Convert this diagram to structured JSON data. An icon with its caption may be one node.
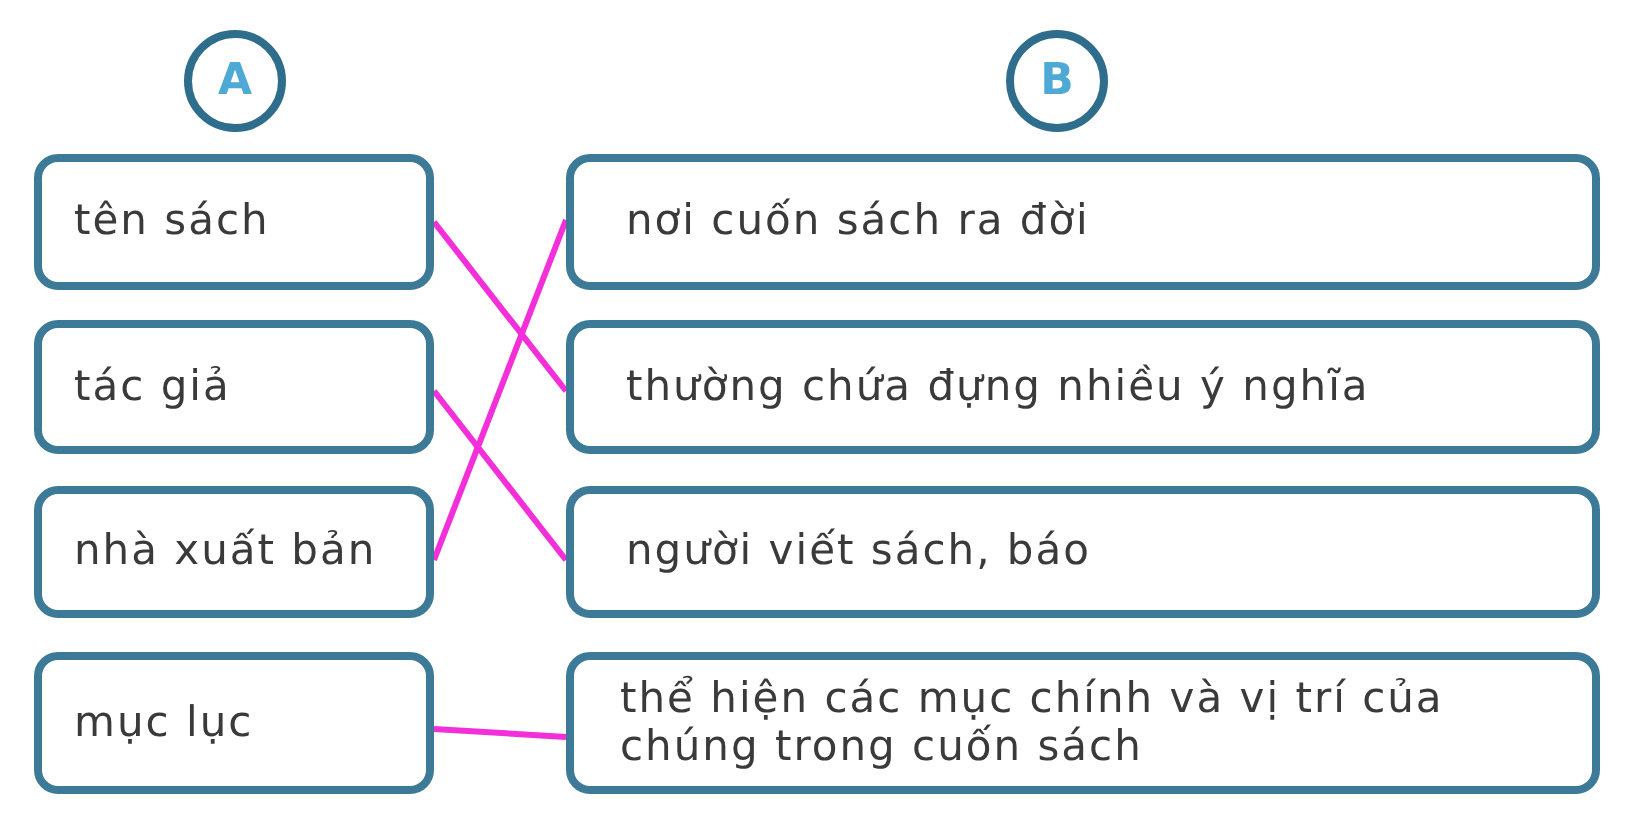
{
  "diagram": {
    "nodes": [
      {
        "text": [
          "A"
        ]
      },
      {
        "text": [
          "B"
        ]
      },
      {
        "text": [
          "tên sách"
        ]
      },
      {
        "text": [
          "nơi cuốn sách ra đời"
        ]
      },
      {
        "text": [
          "tác giả"
        ]
      },
      {
        "text": [
          "thường chứa đựng nhiều ý nghĩa"
        ]
      },
      {
        "text": [
          "nhà xuất bản"
        ]
      },
      {
        "text": [
          "người viết sách, báo"
        ]
      },
      {
        "text": [
          "mục lục"
        ]
      },
      {
        "text": [
          "thể hiện các mục chính và vị trí của chúng trong cuốn sách"
        ]
      }
    ],
    "edges": [
      {
        "from": 2,
        "to": 5,
        "arrow": "none"
      },
      {
        "from": 4,
        "to": 7,
        "arrow": "none"
      },
      {
        "from": 6,
        "to": 3,
        "arrow": "none"
      },
      {
        "from": 8,
        "to": 9,
        "arrow": "none"
      }
    ]
  }
}
